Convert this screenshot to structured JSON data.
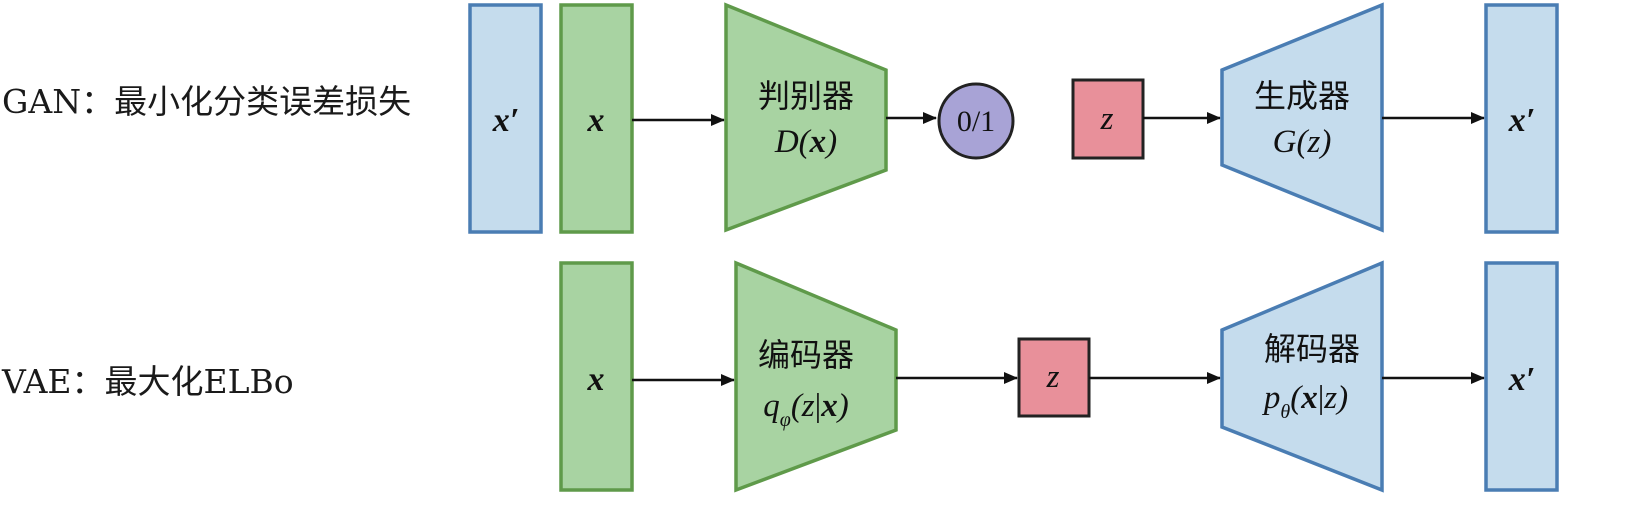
{
  "rows": {
    "gan": {
      "label": "GAN：最小化分类误差损失",
      "generated_sample": "x′",
      "real_sample": "x",
      "discriminator": {
        "title": "判别器",
        "formula": "D(x)"
      },
      "output": "0/1",
      "latent": "z",
      "generator": {
        "title": "生成器",
        "formula": "G(z)"
      },
      "generator_output": "x′"
    },
    "vae": {
      "label": "VAE：最大化ELBo",
      "input": "x",
      "encoder": {
        "title": "编码器",
        "formula": "qφ(z|x)"
      },
      "latent": "z",
      "decoder": {
        "title": "解码器",
        "formula": "pθ(x|z)"
      },
      "output": "x′"
    }
  },
  "colors": {
    "data_box_blue_fill": "#c5dced",
    "data_box_blue_stroke": "#4a7db3",
    "data_box_green_fill": "#a8d3a2",
    "data_box_green_stroke": "#5f9a4a",
    "latent_red": "#e8909a",
    "output_purple": "#a8a3d6"
  }
}
